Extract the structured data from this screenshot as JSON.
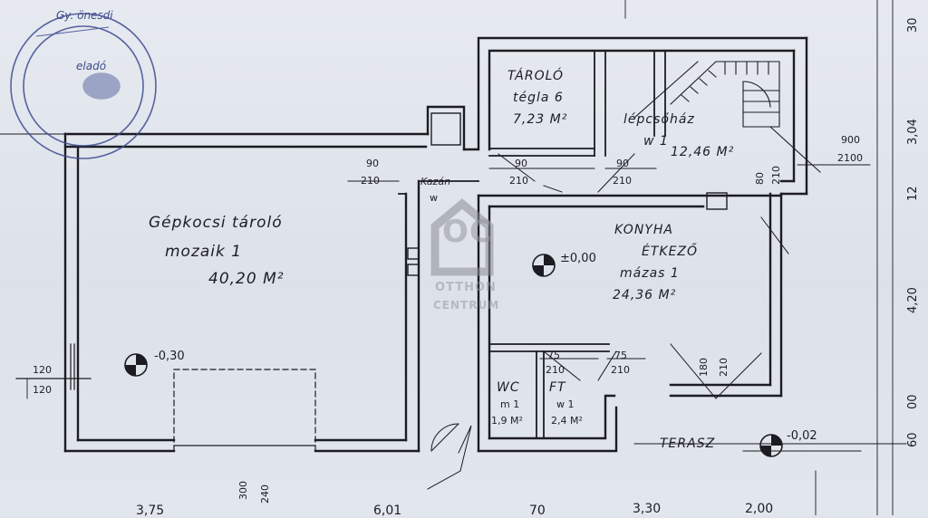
{
  "rooms": {
    "garage": {
      "name": "Gépkocsi tároló",
      "floor": "mozaik 1",
      "area": "40,20 M²"
    },
    "storage": {
      "name": "TÁROLÓ",
      "floor": "tégla 6",
      "area": "7,23 M²"
    },
    "stair": {
      "name": "lépcsőház",
      "floor": "w 1",
      "area": "12,46 M²"
    },
    "boiler": {
      "name": "Kazán",
      "floor": "w"
    },
    "kitchen": {
      "name": "KONYHA",
      "name2": "ÉTKEZŐ",
      "floor": "mázas 1",
      "area": "24,36 M²"
    },
    "wc": {
      "name": "WC",
      "floor": "m 1",
      "area": "1,9 M²"
    },
    "bath": {
      "name": "FT",
      "floor": "w 1",
      "area": "2,4 M²"
    },
    "terrace": {
      "name": "TERASZ"
    }
  },
  "levels": {
    "garage": "-0,30",
    "kitchen": "±0,00",
    "terrace": "-0,02"
  },
  "openings": {
    "d1_w": "90",
    "d1_h": "210",
    "d2_w": "90",
    "d2_h": "210",
    "d3_w": "90",
    "d3_h": "210",
    "d4_w": "900",
    "d4_h": "2100",
    "d5_w": "75",
    "d5_h": "210",
    "d6_w": "75",
    "d6_h": "210",
    "d7_w": "120",
    "d7_h": "120",
    "d8_w": "180",
    "d8_h": "210",
    "d9_w": "80",
    "d9_h": "210",
    "d10_w": "300",
    "d10_h": "240"
  },
  "bottom_dims": [
    "3,75",
    "6,01",
    "70",
    "3,30",
    "2,00"
  ],
  "right_dims": [
    "3,04",
    "12",
    "4,20",
    "30",
    "00",
    "60"
  ],
  "stamp": {
    "line1": "Gy. önesdi",
    "line2": "eladó"
  },
  "watermark": {
    "logo": "OC",
    "line1": "OTTHON",
    "line2": "CENTRUM"
  }
}
